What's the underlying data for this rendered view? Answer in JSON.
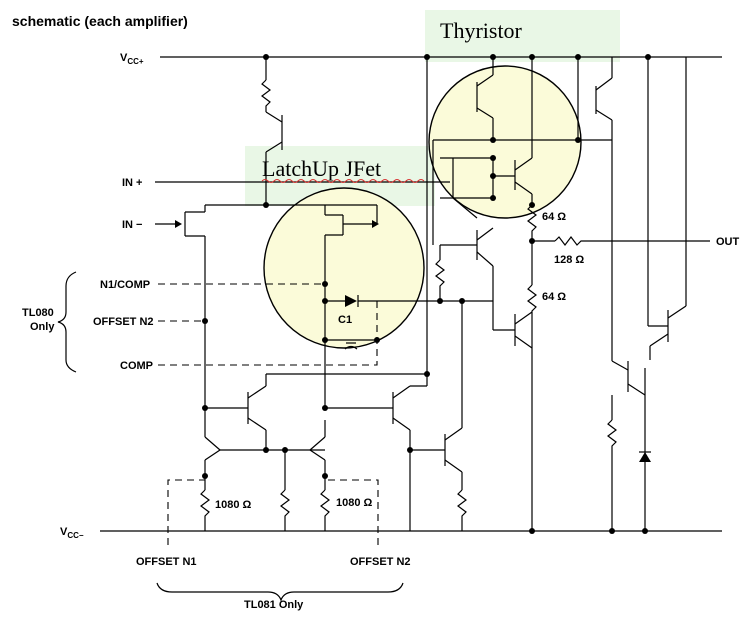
{
  "title": "schematic (each amplifier)",
  "rails": {
    "vcc_plus": "V",
    "vcc_plus_sub": "CC+",
    "vcc_minus": "V",
    "vcc_minus_sub": "CC−"
  },
  "pins": {
    "in_plus": "IN +",
    "in_minus": "IN −",
    "n1_comp": "N1/COMP",
    "offset_n2_left": "OFFSET N2",
    "comp": "COMP",
    "out": "OUT",
    "offset_n1_bottom": "OFFSET N1",
    "offset_n2_bottom": "OFFSET N2"
  },
  "brackets": {
    "tl080_line1": "TL080",
    "tl080_line2": "Only",
    "tl081": "TL081 Only"
  },
  "components": {
    "c1": "C1",
    "r_64_top": "64 Ω",
    "r_128": "128 Ω",
    "r_64_bottom": "64 Ω",
    "r_1080_left": "1080 Ω",
    "r_1080_right": "1080 Ω"
  },
  "annotations": {
    "thyristor": "Thyristor",
    "latchup_jfet": "LatchUp JFet"
  },
  "colors": {
    "highlight_fill": "#fbfbd9",
    "label_box": "#e9f7e6",
    "squiggle": "#d83030"
  }
}
